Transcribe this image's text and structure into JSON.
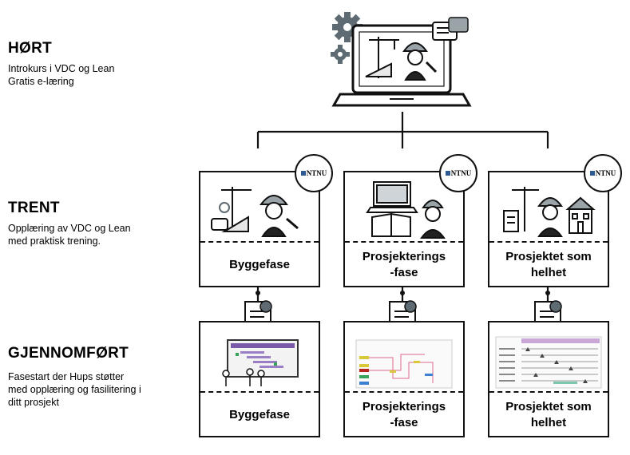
{
  "sections": [
    {
      "title": "HØRT",
      "lines": [
        "Introkurs i VDC og Lean",
        "Gratis e-læring"
      ]
    },
    {
      "title": "TRENT",
      "lines": [
        "Opplæring av VDC og Lean",
        "med praktisk trening."
      ]
    },
    {
      "title": "GJENNOMFØRT",
      "lines": [
        "Fasestart der Hups støtter",
        "med opplæring og fasilitering i",
        "ditt prosjekt"
      ]
    }
  ],
  "badge": {
    "text": "NTNU"
  },
  "trent_cards": [
    {
      "lines": [
        "Byggefase"
      ]
    },
    {
      "lines": [
        "Prosjekterings",
        "-fase"
      ]
    },
    {
      "lines": [
        "Prosjektet som",
        "helhet"
      ]
    }
  ],
  "gjennomfort_cards": [
    {
      "lines": [
        "Byggefase"
      ]
    },
    {
      "lines": [
        "Prosjekterings",
        "-fase"
      ]
    },
    {
      "lines": [
        "Prosjektet som",
        "helhet"
      ]
    }
  ],
  "colors": {
    "line": "#111111",
    "gear": "#5f6b72",
    "ntnu_blue": "#2e5a93",
    "screen_accent": "#7a5aa8"
  }
}
